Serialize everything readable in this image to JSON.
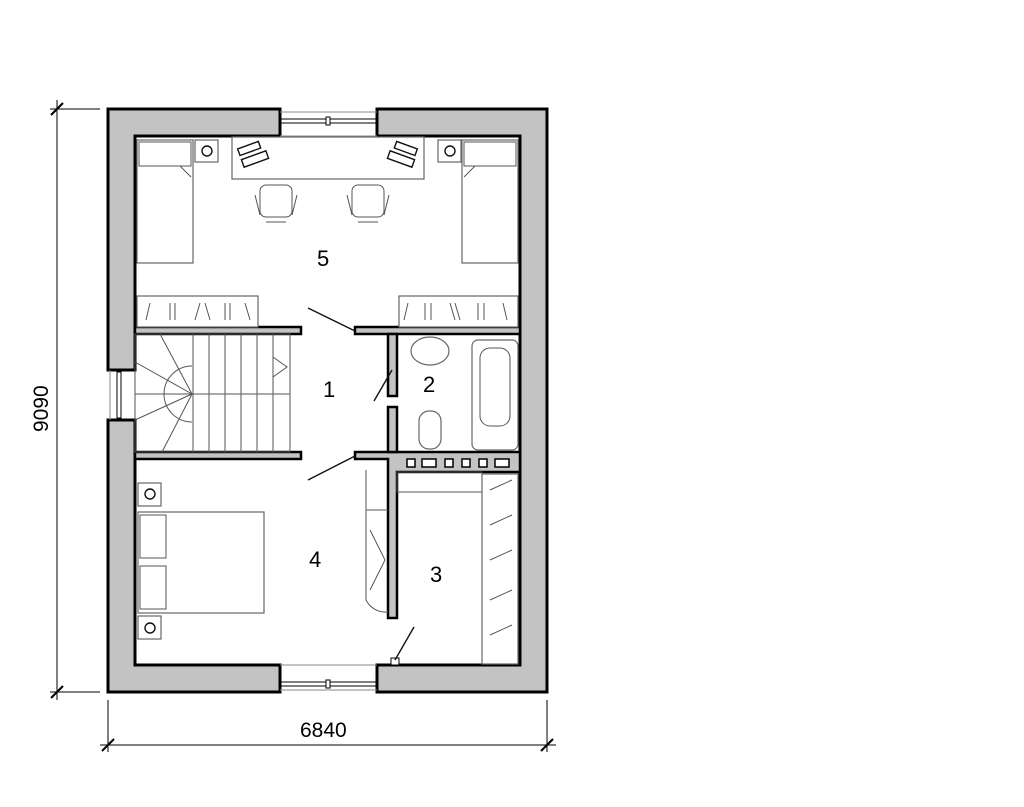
{
  "plan": {
    "rooms": [
      {
        "number": "5"
      },
      {
        "number": "1"
      },
      {
        "number": "2"
      },
      {
        "number": "4"
      },
      {
        "number": "3"
      }
    ],
    "dimensions": {
      "width": "6840",
      "height": "9090"
    },
    "colors": {
      "wall_fill": "#c3c3c3",
      "line": "#000000"
    }
  }
}
